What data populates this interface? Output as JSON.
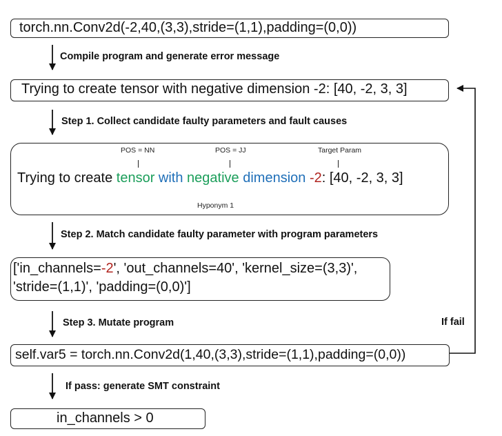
{
  "code_box": "torch.nn.Conv2d(-2,40,(3,3),stride=(1,1),padding=(0,0))",
  "compile_label": "Compile program and generate error message",
  "error_box": "Trying to create tensor with negative dimension -2: [40, -2, 3, 3]",
  "step1_label": "Step 1. Collect candidate faulty parameters and fault causes",
  "annotated": {
    "prefix": "Trying to create ",
    "w_tensor": "tensor",
    "w_with": " with ",
    "w_negative": "negative",
    "w_dimension": " dimension",
    "space": " ",
    "w_value": "-2",
    "suffix": ": [40, -2, 3, 3]",
    "pos_nn": "POS = NN",
    "pos_jj": "POS = JJ",
    "target_param": "Target Param",
    "hyponym": "Hyponym 1"
  },
  "step2_label": "Step 2. Match candidate faulty parameter with program parameters",
  "params": {
    "l1_a": "['in_channels=",
    "l1_val": "-2",
    "l1_b": "', 'out_channels=40', 'kernel_size=(3,3)',",
    "l2": "'stride=(1,1)', 'padding=(0,0)']"
  },
  "step3_label": "Step 3. Mutate program",
  "if_fail_label": "If fail",
  "mutated_box": "self.var5 = torch.nn.Conv2d(1,40,(3,3),stride=(1,1),padding=(0,0))",
  "pass_label": "If pass: generate SMT constraint",
  "constraint_box": "in_channels > 0",
  "colors": {
    "red": "#b0241f",
    "green": "#1b9e5a",
    "blue": "#1f6fb8"
  }
}
